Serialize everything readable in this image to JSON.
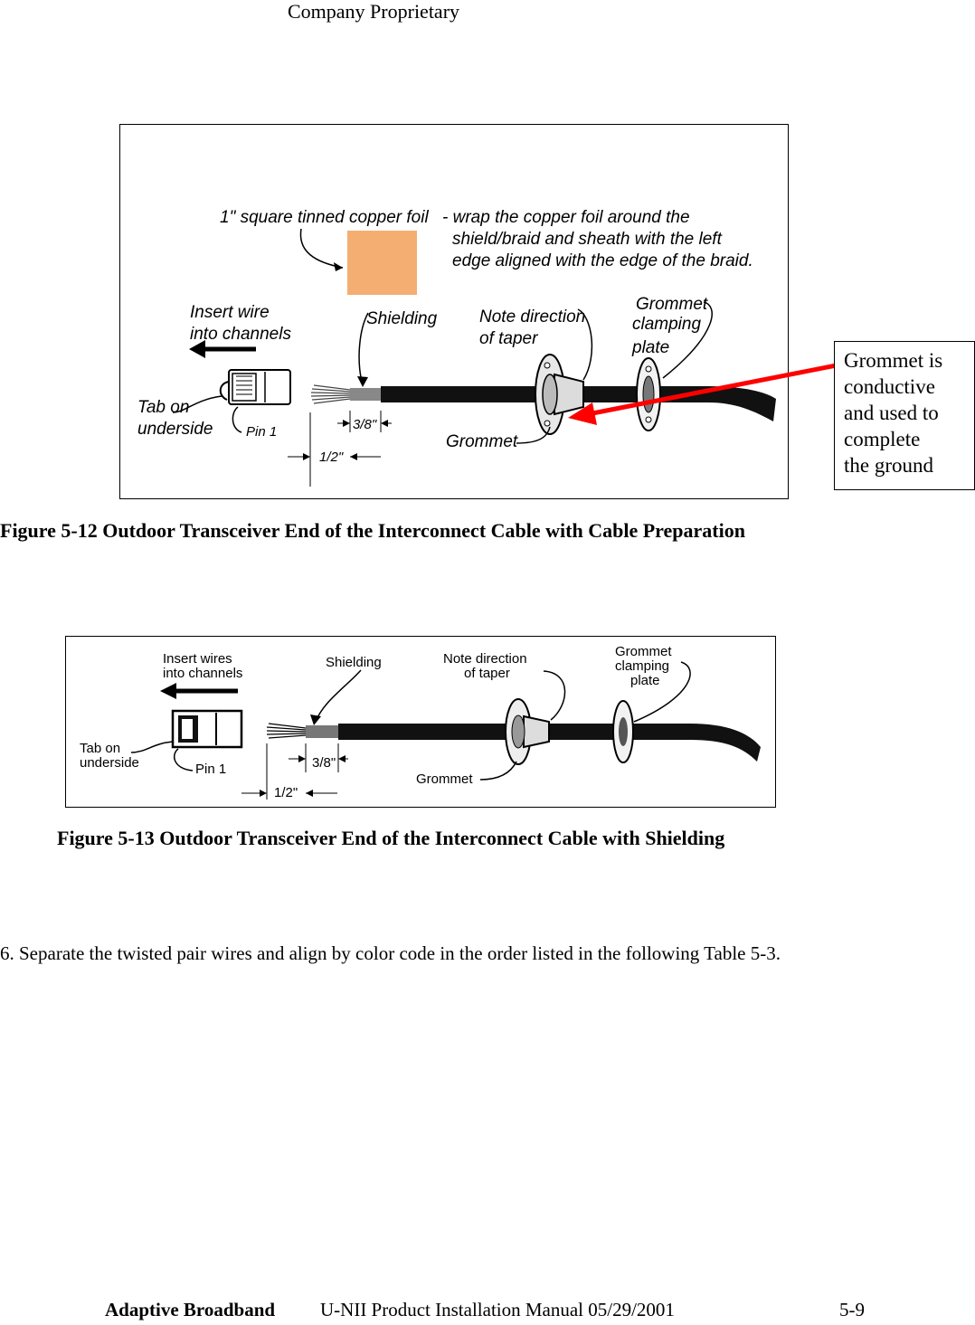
{
  "header": {
    "text": "Company Proprietary"
  },
  "figure1": {
    "labels": {
      "foil": "1\" square tinned copper foil",
      "wrap1": "- wrap the copper foil around the",
      "wrap2": "shield/braid and sheath with the left",
      "wrap3": "edge aligned with  the edge of  the braid.",
      "insert1": "Insert wire",
      "insert2": "into channels",
      "shielding": "Shielding",
      "note1": "Note direction",
      "note2": "of taper",
      "grommet_top": "Grommet",
      "clamping": "clamping",
      "plate": "plate",
      "tab1": "Tab on",
      "tab2": "underside",
      "pin1": "Pin 1",
      "dim38": "3/8\"",
      "dim12": "1/2\"",
      "grommet": "Grommet"
    },
    "colors": {
      "foil": "#f4ae72",
      "arrow": "#ff0000",
      "cable": "#111111"
    }
  },
  "callout": {
    "lines": [
      "Grommet is",
      "conductive",
      "and used to",
      "complete",
      "the ground"
    ]
  },
  "caption1": "Figure 5-12  Outdoor Transceiver End of the Interconnect Cable with Cable Preparation",
  "figure2": {
    "labels": {
      "insert1": "Insert wires",
      "insert2": "into channels",
      "shielding": "Shielding",
      "note1": "Note direction",
      "note2": "of taper",
      "grommet_top": "Grommet",
      "clamping": "clamping",
      "plate": "plate",
      "tab1": "Tab on",
      "tab2": "underside",
      "pin1": "Pin 1",
      "dim38": "3/8\"",
      "dim12": "1/2\"",
      "grommet": "Grommet"
    }
  },
  "caption2": "Figure 5-13  Outdoor Transceiver End of the Interconnect Cable with Shielding",
  "body": {
    "paragraph": "6.  Separate the twisted pair wires and align by color code in the order listed in the following Table 5-3."
  },
  "footer": {
    "brand": "Adaptive Broadband",
    "title": "U-NII Product Installation Manual  05/29/2001",
    "page": "5-9"
  }
}
